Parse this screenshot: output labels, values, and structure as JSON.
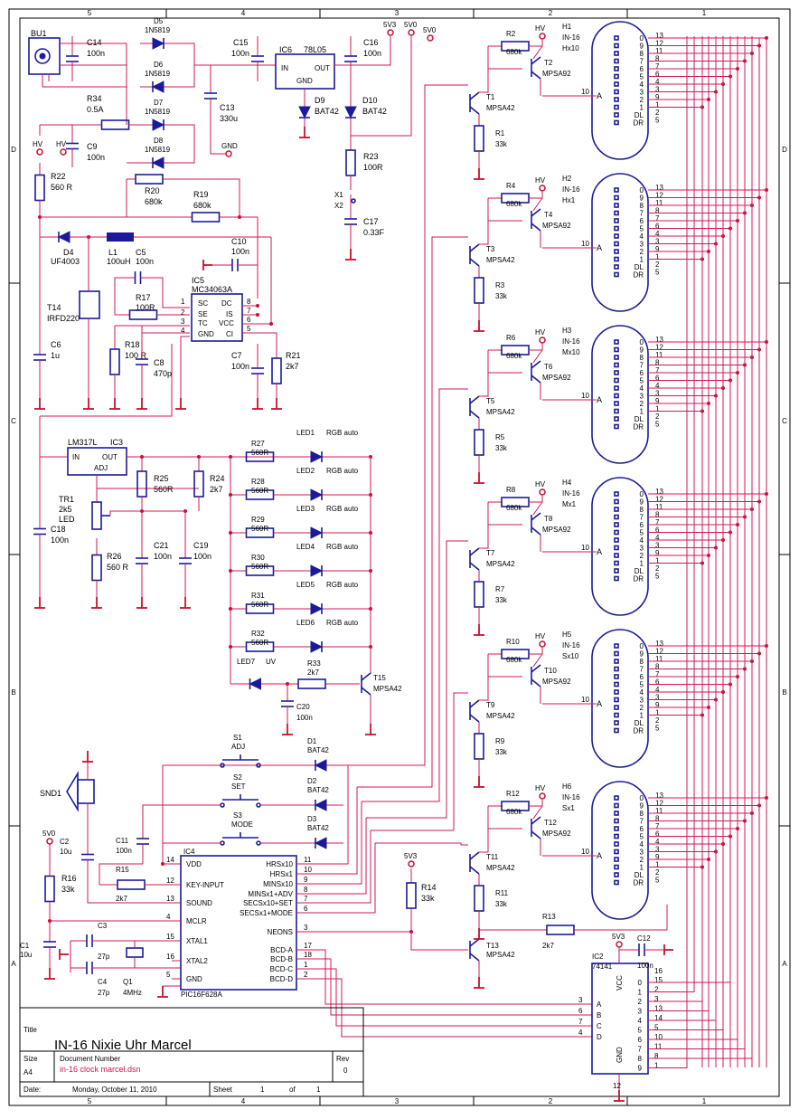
{
  "border": {
    "cols_top": [
      "5",
      "4",
      "3",
      "2",
      "1"
    ],
    "rows_side": [
      "D",
      "C",
      "B",
      "A"
    ]
  },
  "title_block": {
    "title_label": "Title",
    "title": "IN-16 Nixie Uhr Marcel",
    "size_label": "Size",
    "size": "A4",
    "docnum_label": "Document Number",
    "docnum": "in-16 clock marcel.dsn",
    "rev_label": "Rev",
    "rev": "0",
    "date_label": "Date:",
    "date": "Monday, October 11, 2010",
    "sheet_label": "Sheet",
    "sheet": "1",
    "of_label": "of",
    "of": "1"
  },
  "power": {
    "bu1": "BU1",
    "c14": "C14",
    "c14v": "100n",
    "d5": "D5",
    "d6": "D6",
    "d7": "D7",
    "d8": "D8",
    "dtype": "1N5819",
    "r34": "R34",
    "r34v": "0.5A",
    "c9": "C9",
    "c9v": "100n",
    "hv1": "HV",
    "hv2": "HV",
    "c15": "C15",
    "c15v": "100n",
    "c13": "C13",
    "c13v": "330u",
    "gnd": "GND",
    "ic6": "IC6",
    "ic6t": "78L05",
    "in": "IN",
    "out": "OUT",
    "gndpin": "GND",
    "d9": "D9",
    "d10": "D10",
    "bat": "BAT42",
    "c16": "C16",
    "c16v": "100n",
    "v53": "5V3",
    "v50": "5V0",
    "v50b": "5V0",
    "r23": "R23",
    "r23v": "100R",
    "x1": "X1",
    "x2": "X2",
    "c17": "C17",
    "c17v": "0.33F"
  },
  "boost": {
    "r22": "R22",
    "r22v": "560 R",
    "r20": "R20",
    "r20v": "680k",
    "r19": "R19",
    "r19v": "680k",
    "d4": "D4",
    "d4t": "UF4003",
    "l1": "L1",
    "l1v": "100uH",
    "c10": "C10",
    "c10v": "100n",
    "c5": "C5",
    "c5v": "100n",
    "r17": "R17",
    "r17v": "100R",
    "t14": "T14",
    "t14t": "IRFD220",
    "c6": "C6",
    "c6v": "1u",
    "r18": "R18",
    "r18v": "100 R",
    "c8": "C8",
    "c8v": "470p",
    "ic5": "IC5",
    "ic5t": "MC34063A",
    "p_sc": "SC",
    "p_se": "SE",
    "p_tc": "TC",
    "p_gnd": "GND",
    "p_dc": "DC",
    "p_is": "IS",
    "p_vcc": "VCC",
    "p_ci": "CI",
    "n1": "1",
    "n2": "2",
    "n3": "3",
    "n4": "4",
    "n5": "5",
    "n6": "6",
    "n7": "7",
    "n8": "8",
    "c7": "C7",
    "c7v": "100n",
    "r21": "R21",
    "r21v": "2k7"
  },
  "led": {
    "lm": "LM317L",
    "ic3": "IC3",
    "in": "IN",
    "out": "OUT",
    "adj": "ADJ",
    "tr1": "TR1",
    "tr1v": "2k5",
    "tr1t": "LED",
    "c18": "C18",
    "c18v": "100n",
    "r26": "R26",
    "r26v": "560 R",
    "r25": "R25",
    "r25v": "560R",
    "r24": "R24",
    "r24v": "2k7",
    "c21": "C21",
    "c21v": "100n",
    "c19": "C19",
    "c19v": "100n",
    "rows": [
      {
        "r": "R27",
        "v": "560R",
        "led": "LED1",
        "t": "RGB auto"
      },
      {
        "r": "R28",
        "v": "560R",
        "led": "LED2",
        "t": "RGB auto"
      },
      {
        "r": "R29",
        "v": "560R",
        "led": "LED3",
        "t": "RGB auto"
      },
      {
        "r": "R30",
        "v": "560R",
        "led": "LED4",
        "t": "RGB auto"
      },
      {
        "r": "R31",
        "v": "560R",
        "led": "LED5",
        "t": "RGB auto"
      },
      {
        "r": "R32",
        "v": "560R",
        "led": "LED6",
        "t": "RGB auto"
      }
    ],
    "led7": "LED7",
    "uv": "UV",
    "r33": "R33",
    "r33v": "2k7",
    "t15": "T15",
    "t15t": "MPSA42",
    "c20": "C20",
    "c20v": "100n"
  },
  "mcu": {
    "snd": "SND1",
    "c2": "C2",
    "c2v": "10u",
    "v50": "5V0",
    "r16": "R16",
    "r16v": "33k",
    "c1": "C1",
    "c1v": "10u",
    "c11": "C11",
    "c11v": "100n",
    "r15": "R15",
    "r15v": "2k7",
    "c3": "C3",
    "c3v": "27p",
    "c4": "C4",
    "c4v": "27p",
    "q1": "Q1",
    "q1v": "4MHz",
    "s1": "S1",
    "s1t": "ADJ",
    "s2": "S2",
    "s2t": "SET",
    "s3": "S3",
    "s3t": "MODE",
    "d1": "D1",
    "d2": "D2",
    "d3": "D3",
    "dt": "BAT42",
    "ic4": "IC4",
    "ic4t": "PIC16F628A",
    "left": [
      {
        "n": "14",
        "l": "VDD"
      },
      {
        "n": "12",
        "l": "KEY-INPUT"
      },
      {
        "n": "13",
        "l": "SOUND"
      },
      {
        "n": "4",
        "l": "MCLR"
      },
      {
        "n": "15",
        "l": "XTAL1"
      },
      {
        "n": "16",
        "l": "XTAL2"
      },
      {
        "n": "5",
        "l": "GND"
      }
    ],
    "right": [
      {
        "n": "11",
        "l": "HRSx10"
      },
      {
        "n": "10",
        "l": "HRSx1"
      },
      {
        "n": "9",
        "l": "MINSx10"
      },
      {
        "n": "8",
        "l": "MINSx1+ADV"
      },
      {
        "n": "7",
        "l": "SECSx10+SET"
      },
      {
        "n": "6",
        "l": "SECSx1+MODE"
      },
      {
        "n": "3",
        "l": "NEONS"
      },
      {
        "n": "17",
        "l": "BCD-A"
      },
      {
        "n": "18",
        "l": "BCD-B"
      },
      {
        "n": "1",
        "l": "BCD-C"
      },
      {
        "n": "2",
        "l": "BCD-D"
      }
    ],
    "v53": "5V3",
    "r14": "R14",
    "r14v": "33k",
    "r13": "R13",
    "r13v": "2k7",
    "t13": "T13",
    "t13t": "MPSA42"
  },
  "ic2": {
    "name": "IC2",
    "type": "74141",
    "v53": "5V3",
    "c12": "C12",
    "c12v": "100n",
    "vcc": "VCC",
    "gnd": "GND",
    "vccpin": "16",
    "gndpin": "12",
    "inputs": [
      {
        "n": "3",
        "l": "A"
      },
      {
        "n": "6",
        "l": "B"
      },
      {
        "n": "7",
        "l": "C"
      },
      {
        "n": "4",
        "l": "D"
      }
    ],
    "outs": [
      {
        "o": "0",
        "p": "15"
      },
      {
        "o": "1",
        "p": "2"
      },
      {
        "o": "2",
        "p": "3"
      },
      {
        "o": "3",
        "p": "13"
      },
      {
        "o": "4",
        "p": "14"
      },
      {
        "o": "5",
        "p": "5"
      },
      {
        "o": "6",
        "p": "10"
      },
      {
        "o": "7",
        "p": "11"
      },
      {
        "o": "8",
        "p": "8"
      },
      {
        "o": "9",
        "p": "1"
      }
    ]
  },
  "tubes": {
    "tube_type": "IN-16",
    "pins": [
      {
        "p": "13",
        "l": "0"
      },
      {
        "p": "12",
        "l": "9"
      },
      {
        "p": "11",
        "l": "8"
      },
      {
        "p": "8",
        "l": "7"
      },
      {
        "p": "7",
        "l": "6"
      },
      {
        "p": "6",
        "l": "5"
      },
      {
        "p": "4",
        "l": "4"
      },
      {
        "p": "3",
        "l": "3"
      },
      {
        "p": "9",
        "l": "2"
      },
      {
        "p": "1",
        "l": "1"
      },
      {
        "p": "2",
        "l": "DL"
      },
      {
        "p": "5",
        "l": "DR"
      }
    ],
    "anode": "A",
    "anode_pin": "10",
    "last_pin": "10",
    "hv": "HV",
    "items": [
      {
        "h": "H1",
        "name": "Hx10",
        "rt": "R2",
        "rtv": "680k",
        "tp": "T2",
        "tpt": "MPSA92",
        "tn": "T1",
        "tnt": "MPSA42",
        "rb": "R1",
        "rbv": "33k"
      },
      {
        "h": "H2",
        "name": "Hx1",
        "rt": "R4",
        "rtv": "680k",
        "tp": "T4",
        "tpt": "MPSA92",
        "tn": "T3",
        "tnt": "MPSA42",
        "rb": "R3",
        "rbv": "33k"
      },
      {
        "h": "H3",
        "name": "Mx10",
        "rt": "R6",
        "rtv": "680k",
        "tp": "T6",
        "tpt": "MPSA92",
        "tn": "T5",
        "tnt": "MPSA42",
        "rb": "R5",
        "rbv": "33k"
      },
      {
        "h": "H4",
        "name": "Mx1",
        "rt": "R8",
        "rtv": "680k",
        "tp": "T8",
        "tpt": "MPSA92",
        "tn": "T7",
        "tnt": "MPSA42",
        "rb": "R7",
        "rbv": "33k"
      },
      {
        "h": "H5",
        "name": "Sx10",
        "rt": "R10",
        "rtv": "680k",
        "tp": "T10",
        "tpt": "MPSA92",
        "tn": "T9",
        "tnt": "MPSA42",
        "rb": "R9",
        "rbv": "33k"
      },
      {
        "h": "H6",
        "name": "Sx1",
        "rt": "R12",
        "rtv": "680k",
        "tp": "T12",
        "tpt": "MPSA92",
        "tn": "T11",
        "tnt": "MPSA42",
        "rb": "R11",
        "rbv": "33k"
      }
    ]
  }
}
